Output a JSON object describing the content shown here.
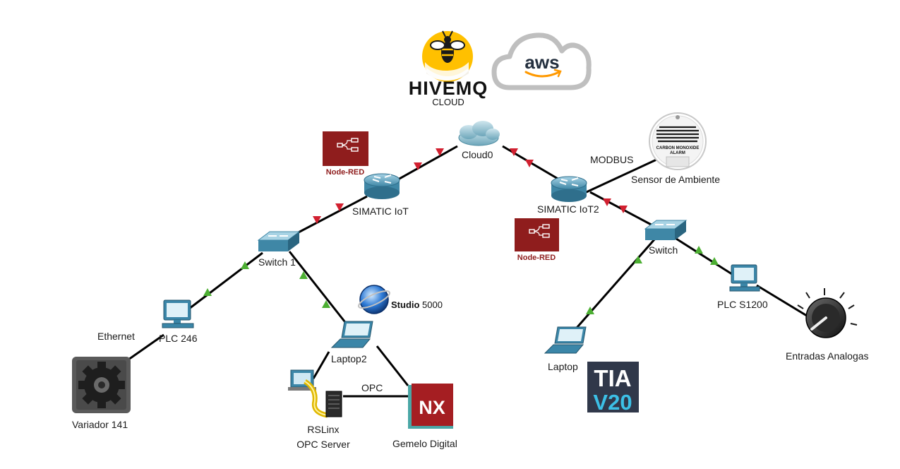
{
  "logos": {
    "hivemq": "HIVEMQ",
    "hivemq_sub": "CLOUD",
    "aws": "aws",
    "nodered": "Node-RED",
    "nx": "NX",
    "tia_line1": "TIA",
    "tia_line2": "V20",
    "studio": "Studio",
    "studio_num": "5000",
    "co_alarm_line1": "CARBON MONOXIDE",
    "co_alarm_line2": "ALARM"
  },
  "nodes": {
    "cloud0": "Cloud0",
    "simatic_iot": "SIMATIC IoT",
    "simatic_iot2": "SIMATIC IoT2",
    "switch1": "Switch 1",
    "switch": "Switch",
    "plc246": "PLC 246",
    "laptop2": "Laptop2",
    "laptop": "Laptop",
    "plc_s1200": "PLC S1200",
    "sensor": "Sensor de Ambiente",
    "variador": "Variador 141",
    "rslinx_line1": "RSLinx",
    "rslinx_line2": "OPC Server",
    "gemelo": "Gemelo Digital",
    "entradas": "Entradas Analogas"
  },
  "links": {
    "ethernet": "Ethernet",
    "modbus": "MODBUS",
    "opc": "OPC"
  },
  "colors": {
    "link_up": "#d22030",
    "link_ok": "#4caf32",
    "cable": "#000000",
    "nodered_bg": "#8f1d1d",
    "nx_bg": "#a51e22",
    "tia_bg": "#30384a",
    "tia_v": "#3cc0e6",
    "hive_yellow": "#ffc000",
    "aws_orange": "#ff9900"
  }
}
